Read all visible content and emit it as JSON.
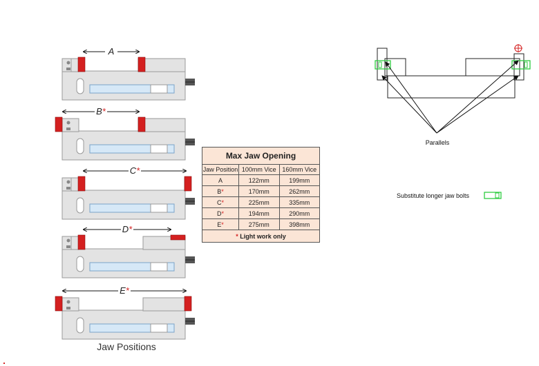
{
  "vices": [
    {
      "label": "A",
      "star": ""
    },
    {
      "label": "B",
      "star": "*"
    },
    {
      "label": "C",
      "star": "*"
    },
    {
      "label": "D",
      "star": "*"
    },
    {
      "label": "E",
      "star": "*"
    }
  ],
  "caption": "Jaw Positions",
  "table": {
    "title": "Max Jaw Opening",
    "header": [
      "Jaw Position",
      "100mm Vice",
      "160mm Vice"
    ],
    "rows": [
      {
        "pos": "A",
        "star": "",
        "v100": "122mm",
        "v160": "199mm"
      },
      {
        "pos": "B",
        "star": "*",
        "v100": "170mm",
        "v160": "262mm"
      },
      {
        "pos": "C",
        "star": "*",
        "v100": "225mm",
        "v160": "335mm"
      },
      {
        "pos": "D",
        "star": "*",
        "v100": "194mm",
        "v160": "290mm"
      },
      {
        "pos": "E",
        "star": "*",
        "v100": "275mm",
        "v160": "398mm"
      }
    ],
    "note_star": "*",
    "note": "Light work only"
  },
  "parallels_label": "Parallels",
  "bolts_label": "Substitute longer jaw bolts",
  "colors": {
    "jaw_red": "#d42020",
    "body_grey": "#e3e3e3",
    "slot_blue": "#d6e8f7",
    "bolt_green": "#2ecc40",
    "table_bg": "#fbe5d6"
  }
}
